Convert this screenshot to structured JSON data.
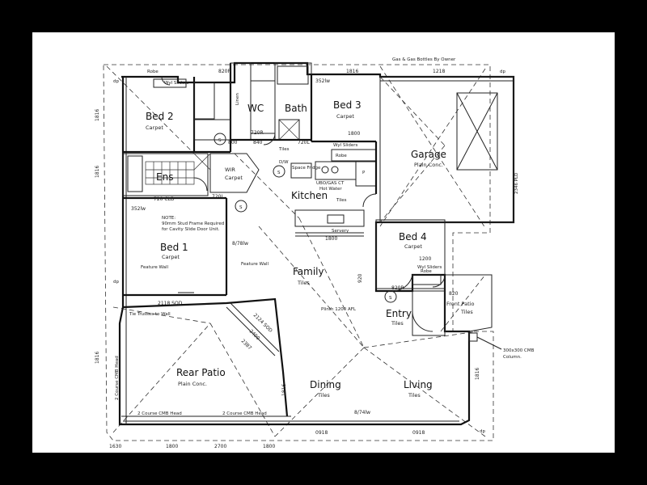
{
  "plan": {
    "top_note": "Gas & Gas Bottles By Owner",
    "rooms": {
      "bed2": {
        "name": "Bed 2",
        "floor": "Carpet"
      },
      "bed3": {
        "name": "Bed 3",
        "floor": "Carpet"
      },
      "garage": {
        "name": "Garage",
        "floor": "Plain Conc."
      },
      "wc": {
        "name": "WC"
      },
      "bath": {
        "name": "Bath"
      },
      "ens": {
        "name": "Ens"
      },
      "wir": {
        "name": "WIR",
        "floor": "Carpet"
      },
      "kitchen": {
        "name": "Kitchen"
      },
      "bed1": {
        "name": "Bed 1",
        "floor": "Carpet"
      },
      "bed4": {
        "name": "Bed 4",
        "floor": "Carpet"
      },
      "family": {
        "name": "Family",
        "floor": "Tiles"
      },
      "entry": {
        "name": "Entry",
        "floor": "Tiles"
      },
      "front_patio": {
        "name": "Front Patio",
        "floor": "Tiles"
      },
      "rear_patio": {
        "name": "Rear Patio",
        "floor": "Plain Conc."
      },
      "dining": {
        "name": "Dining",
        "floor": "Tiles"
      },
      "living": {
        "name": "Living",
        "floor": "Tiles"
      }
    },
    "labels": {
      "robe_bed2": "Robe",
      "wyl_sliders_bed2": "Wyl Sliders",
      "linen": "Linen",
      "tiles_hall": "Tiles",
      "robe_bed3": "Robe",
      "wyl_sliders_bed3": "Wyl Sliders",
      "space_fridge": "Space Fridge",
      "ubo_gas": "UBO/GAS CT",
      "hot_water": "Hot Water",
      "dw": "D/W",
      "pantry": "P",
      "tiles_kitchen": "Tiles",
      "servery": "Servery",
      "bed1_note_1": "NOTE:",
      "bed1_note_2": "90mm Stud Frame Required",
      "bed1_note_3": "for Cavity Slide Door Unit.",
      "feature_wall_left": "Feature Wall",
      "feature_wall_right": "Feature Wall",
      "robe_bed4": "Robe",
      "wyl_sliders_bed4": "Wyl Sliders",
      "plinth": "Plinth 1200 AFL",
      "tie_trusses": "Tie Trusses to Wall",
      "column_note_1": "300x300 CMB",
      "column_note_2": "Column.",
      "course_left": "2 Course CMB Head",
      "course_mid": "2 Course CMB Head",
      "course_side": "2 Course CMB Head",
      "garage_side": "2346 PLD",
      "dp_1": "dp",
      "dp_2": "dp",
      "dp_3": "dp",
      "dp_4": "dp",
      "smoke_1": "S",
      "smoke_2": "S",
      "smoke_3": "S",
      "smoke_4": "S"
    },
    "dims": {
      "d820r": "820R",
      "d1816a": "1816",
      "d1218a": "1218",
      "d352": "352lw",
      "d800": "800",
      "d840": "840",
      "d720l_a": "720L",
      "d720r": "720R",
      "d1816b": "1816",
      "d1816_side": "1816",
      "d1800": "1800",
      "d720cld": "720 CLD",
      "d720l_b": "720L",
      "d352b": "352lw",
      "d878": "8/78lw",
      "d2118": "2118 SOD",
      "d1800b": "1800",
      "d1200": "1200",
      "d2124": "2124 SOD",
      "d2400": "2400",
      "d2387": "2387",
      "d1816c": "1816",
      "d1816d": "1816",
      "d1816_right": "1816",
      "d0918a": "0918",
      "d0918b": "0918",
      "d874": "8/74lw",
      "d920": "920",
      "d820": "820R",
      "d820b": "820",
      "b1": "1630",
      "b2": "1800",
      "b3": "2700",
      "b4": "1800"
    }
  }
}
